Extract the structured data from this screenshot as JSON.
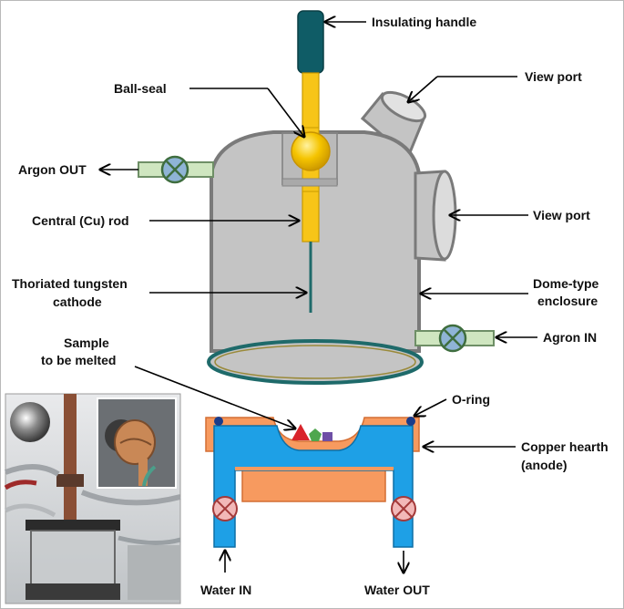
{
  "labels": {
    "insulating_handle": "Insulating handle",
    "view_port_top": "View port",
    "ball_seal": "Ball-seal",
    "argon_out": "Argon OUT",
    "central_rod": "Central (Cu) rod",
    "view_port_side": "View port",
    "cathode_line1": "Thoriated tungsten",
    "cathode_line2": "cathode",
    "enclosure_line1": "Dome-type",
    "enclosure_line2": "enclosure",
    "argon_in": "Agron IN",
    "sample_line1": "Sample",
    "sample_line2": "to be melted",
    "o_ring": "O-ring",
    "hearth_line1": "Copper hearth",
    "hearth_line2": "(anode)",
    "water_in": "Water IN",
    "water_out": "Water OUT"
  },
  "colors": {
    "enclosure": "#c4c4c4",
    "enclosure_stroke": "#7a7a7a",
    "rod": "#f7c518",
    "handle": "#0f5c66",
    "ball": "#f5c400",
    "valve": "#8fb4d6",
    "valve_stroke": "#3f6e3f",
    "pipe": "#cfe6c0",
    "o_ring": "#1e6a6a",
    "hearth_copper": "#f79a5f",
    "water_channel": "#1ea0e6",
    "water_valve": "#f2b8b8",
    "valve_cross": "#a43a3a"
  },
  "photo": {
    "description_icons": [
      "copper-hearth-photo",
      "melted-ball-photo",
      "copper-rod-photo"
    ]
  }
}
